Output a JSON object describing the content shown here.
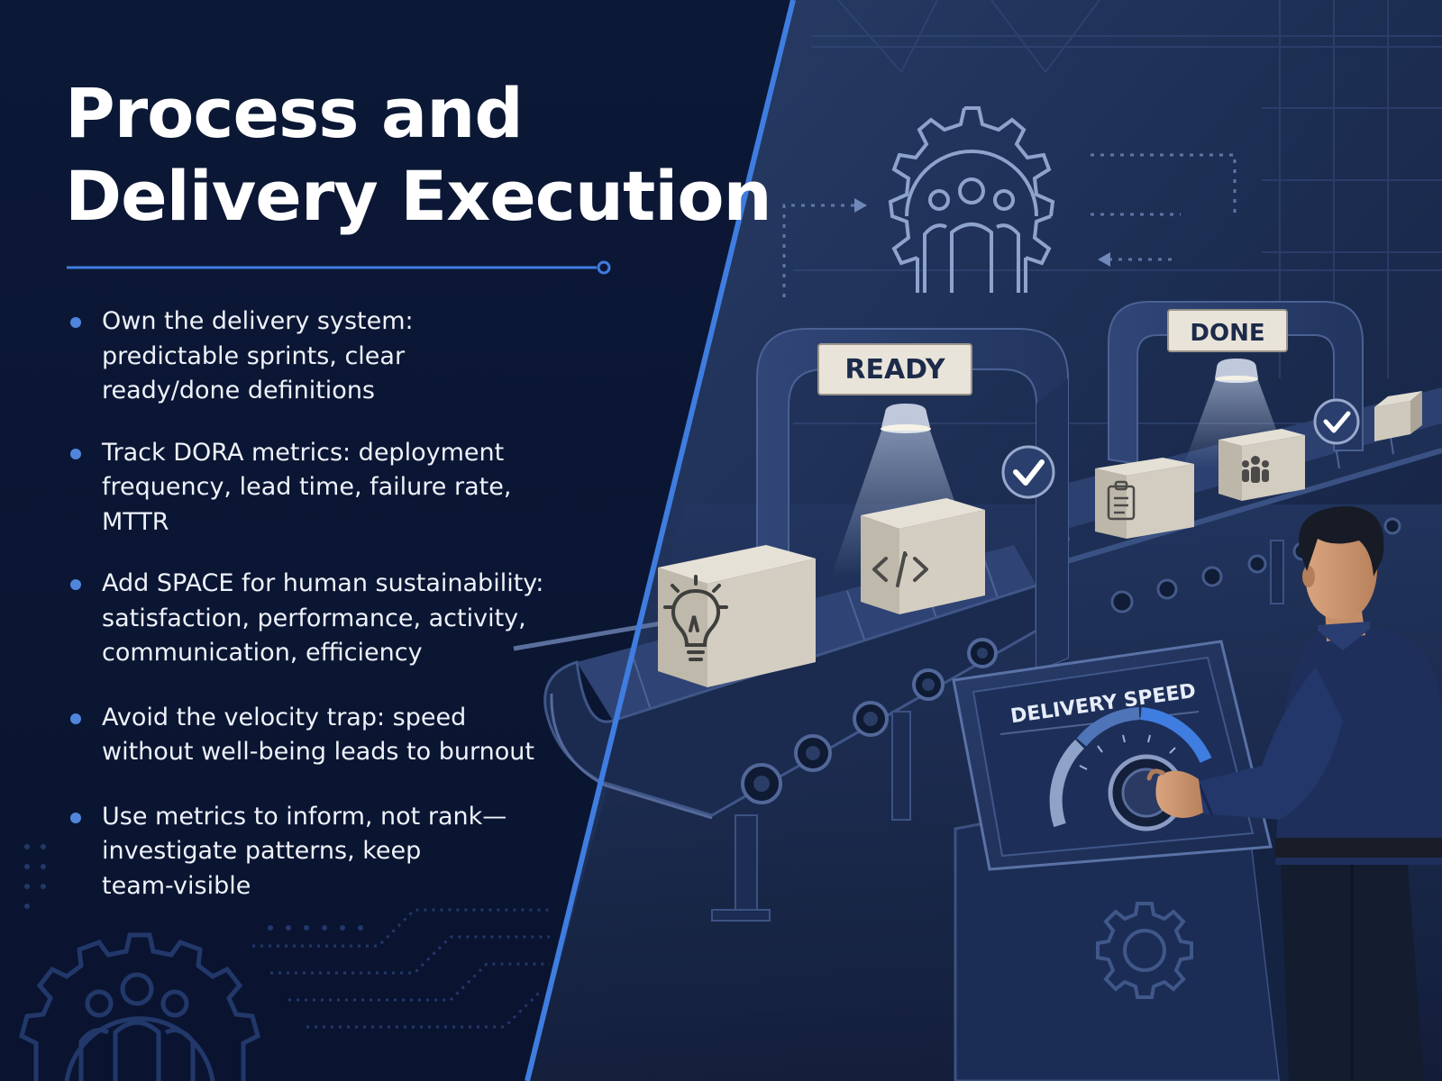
{
  "title": {
    "line1": "Process and",
    "line2": "Delivery Execution"
  },
  "bullets": [
    {
      "lines": [
        "Own the delivery system:",
        "predictable sprints, clear",
        "ready/done definitions"
      ]
    },
    {
      "lines": [
        "Track DORA metrics: deployment",
        "frequency, lead time, failure rate, MTTR"
      ]
    },
    {
      "lines": [
        "Add SPACE for human sustainability:",
        "satisfaction, performance, activity,",
        "communication, efficiency"
      ]
    },
    {
      "lines": [
        "Avoid the velocity trap: speed",
        "without well-being leads to burnout"
      ]
    },
    {
      "lines": [
        "Use metrics to inform, not rank—",
        "investigate patterns, keep",
        "team-visible"
      ]
    }
  ],
  "scene": {
    "gate_ready_label": "READY",
    "gate_done_label": "DONE",
    "control_panel_label": "DELIVERY SPEED",
    "icons": {
      "gear_team": "gear-team-icon",
      "checkmark": "checkmark-icon",
      "lightbulb": "lightbulb-icon",
      "code": "code-brackets-icon",
      "clipboard": "clipboard-icon",
      "people": "people-icon",
      "gear": "gear-icon"
    }
  },
  "colors": {
    "background_dark": "#0a1634",
    "scene_panel": "#1a2c52",
    "accent_blue": "#3f7de0",
    "text_white": "#ffffff",
    "bullet_dot": "#4f86dc",
    "gate_navy": "#2b3f6e",
    "box_beige": "#d6d0c4"
  }
}
